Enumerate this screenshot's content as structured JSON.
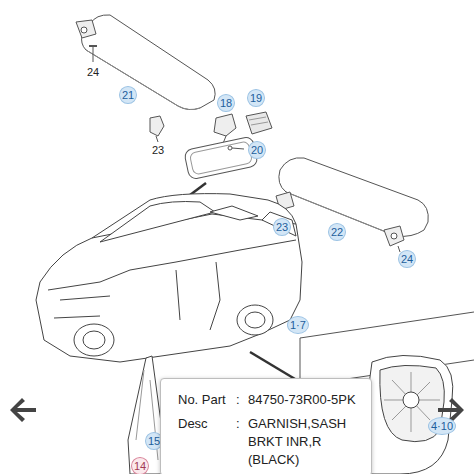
{
  "diagram": {
    "nodes": [
      {
        "text": [
          "No. Part",
          ":",
          "84750-73R00-5PK",
          "Desc",
          ":",
          "GARNISH,SASH BRKT INR,R (BLACK)"
        ]
      }
    ],
    "labels": [
      "24",
      "21",
      "18",
      "19",
      "20",
      "23",
      "23",
      "22",
      "24",
      "1·7",
      "4·10",
      "15",
      "14"
    ]
  }
}
